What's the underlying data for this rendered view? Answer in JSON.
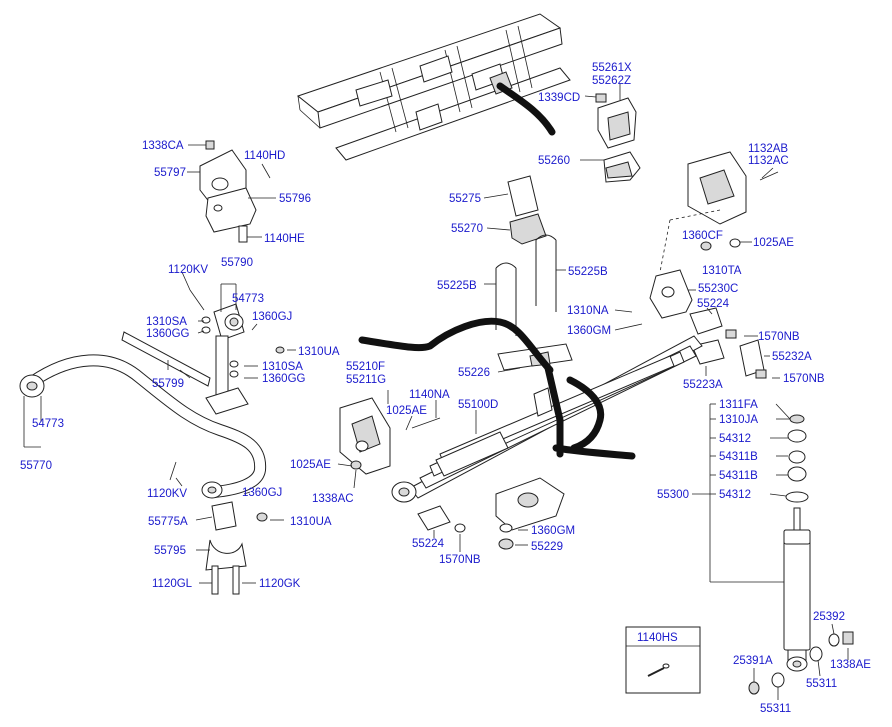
{
  "labels": {
    "l55261X": "55261X",
    "l55262Z": "55262Z",
    "l1339CD": "1339CD",
    "l55260": "55260",
    "l1338CA": "1338CA",
    "l1140HD": "1140HD",
    "l55797": "55797",
    "l55796": "55796",
    "l1140HE": "1140HE",
    "l55275": "55275",
    "l55270": "55270",
    "l1132AB": "1132AB",
    "l1132AC": "1132AC",
    "l1360CF": "1360CF",
    "l1025AE_r": "1025AE",
    "l1310TA": "1310TA",
    "l1120KV_t": "1120KV",
    "l55790": "55790",
    "l55225B_l": "55225B",
    "l55225B_r": "55225B",
    "l55230C": "55230C",
    "l54773_t": "54773",
    "l55224_r": "55224",
    "l1310NA": "1310NA",
    "l1310SA_t": "1310SA",
    "l1360GJ_t": "1360GJ",
    "l1360GG_t": "1360GG",
    "l1360GM_t": "1360GM",
    "l1570NB_r1": "1570NB",
    "l1310UA_t": "1310UA",
    "l55232A": "55232A",
    "l1310SA_b": "1310SA",
    "l55226": "55226",
    "l55210F": "55210F",
    "l55211G": "55211G",
    "l55223A": "55223A",
    "l1570NB_r2": "1570NB",
    "l55799": "55799",
    "l1360GG_b": "1360GG",
    "l1140NA": "1140NA",
    "l1025AE_m": "1025AE",
    "l55100D": "55100D",
    "l1311FA": "1311FA",
    "l54773_l": "54773",
    "l1310JA": "1310JA",
    "l54312_t": "54312",
    "l55770": "55770",
    "l54311B_1": "54311B",
    "l1025AE_l": "1025AE",
    "l54311B_2": "54311B",
    "l1338AC": "1338AC",
    "l1120KV_b": "1120KV",
    "l1360GJ_b": "1360GJ",
    "l55300": "55300",
    "l54312_b": "54312",
    "l55775A": "55775A",
    "l1310UA_b": "1310UA",
    "l1360GM_b": "1360GM",
    "l55224_b": "55224",
    "l55229": "55229",
    "l55795": "55795",
    "l1570NB_b": "1570NB",
    "l1120GL": "1120GL",
    "l1120GK": "1120GK",
    "l25392": "25392",
    "l1140HS": "1140HS",
    "l25391A": "25391A",
    "l1338AE": "1338AE",
    "l55311_a": "55311",
    "l55311_b": "55311"
  }
}
